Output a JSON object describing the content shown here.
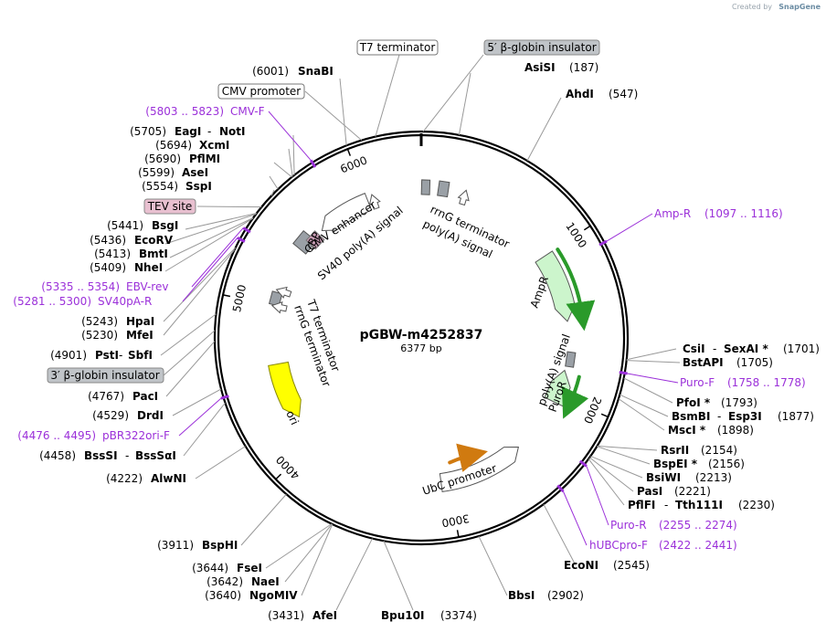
{
  "header": {
    "created_by": "Created by",
    "brand": "SnapGene"
  },
  "plasmid": {
    "name": "pGBW-m4252837",
    "size": "6377 bp",
    "length": 6377
  },
  "ruler": [
    {
      "pos": 1000,
      "label": "1000"
    },
    {
      "pos": 2000,
      "label": "2000"
    },
    {
      "pos": 3000,
      "label": "3000"
    },
    {
      "pos": 4000,
      "label": "4000"
    },
    {
      "pos": 5000,
      "label": "5000"
    },
    {
      "pos": 6000,
      "label": "6000"
    }
  ],
  "features": [
    {
      "name": "rrnG terminator",
      "label2": "poly(A) signal",
      "kind": "terminator",
      "start": 140,
      "end": 330,
      "color": "#ffffff",
      "stroke": "#555555"
    },
    {
      "name": "AmpR",
      "kind": "arrow",
      "start": 1000,
      "end": 1480,
      "color": "#ccf5cc",
      "stroke": "#555555",
      "strand": 1
    },
    {
      "name": "PuroR",
      "label2": "poly(A) signal",
      "kind": "arrow",
      "start": 1820,
      "end": 2050,
      "color": "#ccf5cc",
      "stroke": "#555555",
      "strand": -1
    },
    {
      "name": "UbC promoter",
      "kind": "arrow",
      "start": 2450,
      "end": 3050,
      "color": "#ffffff",
      "stroke": "#555555",
      "strand": -1
    },
    {
      "name": "ori",
      "kind": "arrow",
      "start": 4200,
      "end": 4600,
      "color": "#ffff00",
      "stroke": "#888800",
      "strand": -1
    },
    {
      "name": "rrnG terminator",
      "label2": "T7 terminator",
      "kind": "terminator",
      "start": 4880,
      "end": 5080,
      "color": "#ffffff",
      "stroke": "#555555"
    },
    {
      "name": "CBP",
      "label2": "SV40 poly(A) signal",
      "kind": "box",
      "start": 5340,
      "end": 5540,
      "color": "#c49ab1",
      "stroke": "#777777"
    },
    {
      "name": "CMV enhancer",
      "kind": "arrow",
      "start": 5620,
      "end": 6000,
      "color": "#ffffff",
      "stroke": "#555555",
      "strand": -1
    }
  ],
  "feature_boxes": [
    {
      "label": "CMV promoter",
      "color": "#ffffff"
    },
    {
      "label": "T7 terminator",
      "color": "#ffffff"
    },
    {
      "label": "5′ β-globin insulator",
      "color": "#c0c4c8"
    },
    {
      "label": "TEV site",
      "color": "#e8c0d0"
    },
    {
      "label": "3′ β-globin insulator",
      "color": "#c0c4c8"
    }
  ],
  "enzymes_left": [
    {
      "pos": "(6001)",
      "name": "SnaBI"
    },
    {
      "pos": "(5705)",
      "name": "EagI",
      "name2": "NotI"
    },
    {
      "pos": "(5694)",
      "name": "XcmI"
    },
    {
      "pos": "(5690)",
      "name": "PflMI"
    },
    {
      "pos": "(5599)",
      "name": "AseI"
    },
    {
      "pos": "(5554)",
      "name": "SspI"
    },
    {
      "pos": "(5441)",
      "name": "BsgI"
    },
    {
      "pos": "(5436)",
      "name": "EcoRV"
    },
    {
      "pos": "(5413)",
      "name": "BmtI"
    },
    {
      "pos": "(5409)",
      "name": "NheI"
    },
    {
      "pos": "(5243)",
      "name": "HpaI"
    },
    {
      "pos": "(5230)",
      "name": "MfeI"
    },
    {
      "pos": "(4901)",
      "name": "PstI",
      "name2": "SbfI"
    },
    {
      "pos": "(4767)",
      "name": "PacI"
    },
    {
      "pos": "(4529)",
      "name": "DrdI"
    },
    {
      "pos": "(4458)",
      "name": "BssSI",
      "name2": "BssSαI"
    },
    {
      "pos": "(4222)",
      "name": "AlwNI"
    },
    {
      "pos": "(3911)",
      "name": "BspHI"
    },
    {
      "pos": "(3644)",
      "name": "FseI"
    },
    {
      "pos": "(3642)",
      "name": "NaeI"
    },
    {
      "pos": "(3640)",
      "name": "NgoMIV"
    },
    {
      "pos": "(3431)",
      "name": "AfeI"
    }
  ],
  "enzymes_right": [
    {
      "name": "AsiSI",
      "pos": "(187)"
    },
    {
      "name": "AhdI",
      "pos": "(547)"
    },
    {
      "name": "CsiI",
      "name2": "SexAI *",
      "pos": "(1701)"
    },
    {
      "name": "BstAPI",
      "pos": "(1705)"
    },
    {
      "name": "PfoI *",
      "pos": "(1793)"
    },
    {
      "name": "BsmBI",
      "name2": "Esp3I",
      "pos": "(1877)"
    },
    {
      "name": "MscI *",
      "pos": "(1898)"
    },
    {
      "name": "RsrII",
      "pos": "(2154)"
    },
    {
      "name": "BspEI *",
      "pos": "(2156)"
    },
    {
      "name": "BsiWI",
      "pos": "(2213)"
    },
    {
      "name": "PasI",
      "pos": "(2221)"
    },
    {
      "name": "PflFI",
      "name2": "Tth111I",
      "pos": "(2230)"
    },
    {
      "name": "EcoNI",
      "pos": "(2545)"
    },
    {
      "name": "BbsI",
      "pos": "(2902)"
    },
    {
      "name": "Bpu10I",
      "pos": "(3374)"
    }
  ],
  "primers": [
    {
      "range": "(5803 .. 5823)",
      "name": "CMV-F"
    },
    {
      "range": "(5335 .. 5354)",
      "name": "EBV-rev"
    },
    {
      "range": "(5281 .. 5300)",
      "name": "SV40pA-R"
    },
    {
      "range": "(4476 .. 4495)",
      "name": "pBR322ori-F"
    },
    {
      "name": "Amp-R",
      "range": "(1097 .. 1116)"
    },
    {
      "name": "Puro-F",
      "range": "(1758 .. 1778)"
    },
    {
      "name": "Puro-R",
      "range": "(2255 .. 2274)"
    },
    {
      "name": "hUBCpro-F",
      "range": "(2422 .. 2441)"
    }
  ],
  "colors": {
    "backbone": "#000000",
    "primer": "#9b30d9",
    "green_arrow": "#2a9a2a",
    "orange_arrow": "#d07a10"
  }
}
